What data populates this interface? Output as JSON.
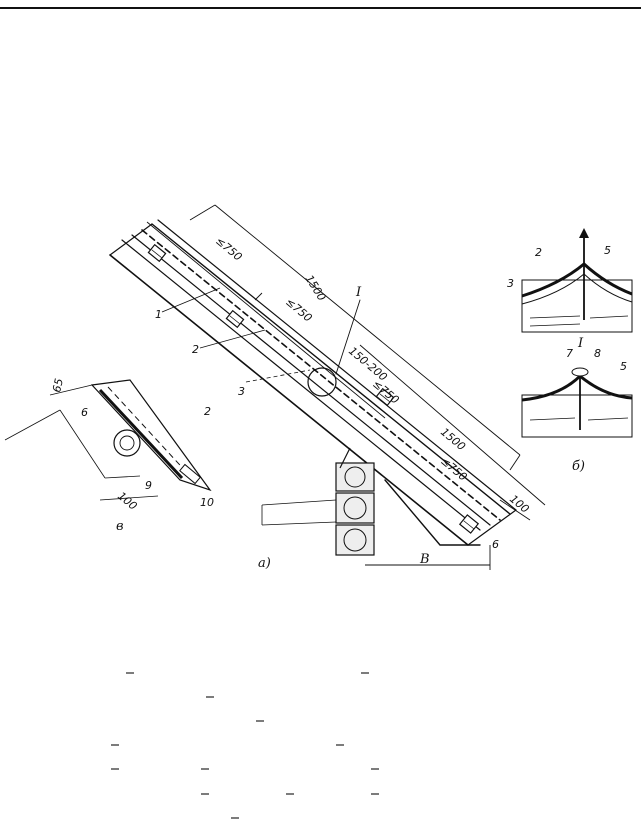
{
  "figure": {
    "main_view_label": "а)",
    "detail_b_label": "б)",
    "detail_v_label": "в",
    "detail_I_label": "I",
    "callout_I_label": "I",
    "dimensions": {
      "total_upper": "1500",
      "total_lower": "1500",
      "seg_1": "≤750",
      "seg_2": "≤750",
      "seg_3": "≤750",
      "seg_4": "≤750",
      "overlap": "150-200",
      "bottom_overhang": "100",
      "span": "B",
      "detail_v_height": "65",
      "detail_v_width": "100"
    },
    "callouts": {
      "c1": "1",
      "c2": "2",
      "c3": "3",
      "c6_main": "6",
      "c6_v": "6",
      "c2_v": "2",
      "c9_v": "9",
      "c10_v": "10",
      "c2_I": "2",
      "c3_I": "3",
      "c5_I": "5",
      "c7_b": "7",
      "c8_b": "8",
      "c5_b": "5"
    }
  }
}
